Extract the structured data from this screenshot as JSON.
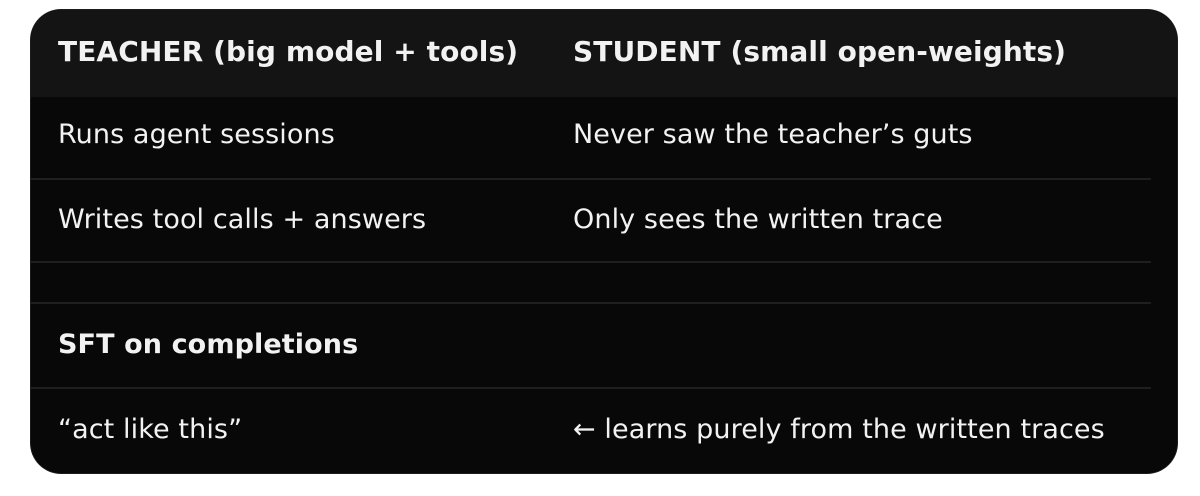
{
  "table": {
    "header": {
      "teacher": "TEACHER (big model + tools)",
      "student": "STUDENT (small open-weights)"
    },
    "rows": [
      {
        "teacher": "Runs agent sessions",
        "student": "Never saw the teacher’s guts"
      },
      {
        "teacher": "Writes tool calls + answers",
        "student": "Only sees the written trace"
      },
      {
        "teacher": "",
        "student": ""
      },
      {
        "teacher": "SFT on completions",
        "student": ""
      },
      {
        "teacher": "“act like this”",
        "student": "← learns purely from the written traces"
      }
    ]
  }
}
